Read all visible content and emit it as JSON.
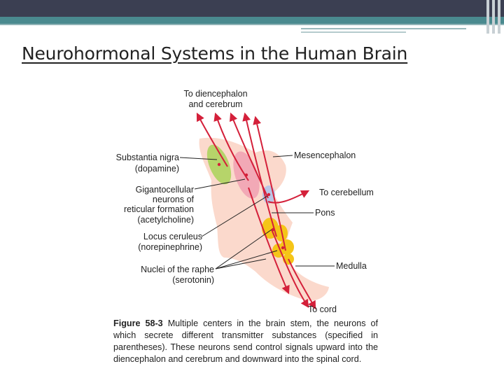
{
  "slide": {
    "title": "Neurohormonal Systems in the Human Brain"
  },
  "diagram": {
    "labels": {
      "top_line1": "To diencephalon",
      "top_line2": "and cerebrum",
      "substantia_line1": "Substantia nigra",
      "substantia_line2": "(dopamine)",
      "giganto_line1": "Gigantocellular",
      "giganto_line2": "neurons of",
      "giganto_line3": "reticular formation",
      "giganto_line4": "(acetylcholine)",
      "locus_line1": "Locus ceruleus",
      "locus_line2": "(norepinephrine)",
      "raphe_line1": "Nuclei of the raphe",
      "raphe_line2": "(serotonin)",
      "mesencephalon": "Mesencephalon",
      "to_cerebellum": "To cerebellum",
      "pons": "Pons",
      "medulla": "Medulla",
      "to_cord": "To cord"
    },
    "colors": {
      "brainstem": "#fbd9cc",
      "substantia_nigra": "#b6d46a",
      "gigantocellular": "#f2a9b6",
      "locus_ceruleus": "#b9c6e6",
      "raphe": "#f5c518",
      "arrows": "#d4203a"
    }
  },
  "caption": {
    "figure_label": "Figure 58-3",
    "text": "Multiple centers in the brain stem, the neurons of which secrete different transmitter substances (specified in parentheses). These neurons send control signals upward into the diencephalon and cerebrum and downward into the spinal cord."
  }
}
